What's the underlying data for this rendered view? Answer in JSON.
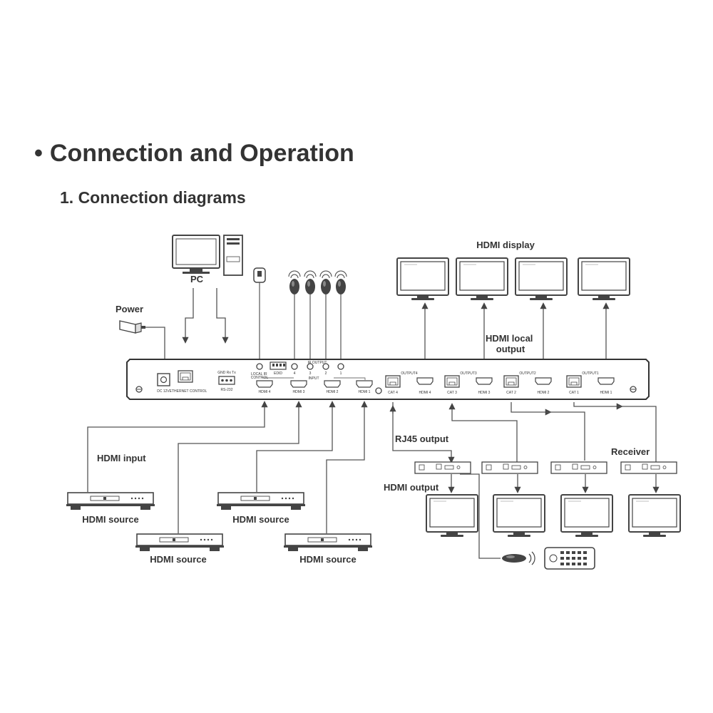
{
  "section": {
    "bullet": "•",
    "title": "Connection and Operation"
  },
  "subsection": {
    "title": "1. Connection diagrams"
  },
  "labels": {
    "pc": "PC",
    "power": "Power",
    "hdmi_display": "HDMI display",
    "hdmi_local_output": [
      "HDMI local",
      "output"
    ],
    "rj45_output": "RJ45 output",
    "receiver": "Receiver",
    "hdmi_input": "HDMI input",
    "hdmi_output": "HDMI output",
    "hdmi_source": "HDMI source"
  },
  "panel": {
    "dc": "DC 12V",
    "ethernet": "ETHERNET CONTROL",
    "rs232_pins": "GND Rx Tx",
    "rs232": "RS-232",
    "local_ir": [
      "LOCAL IR",
      "CONTROL"
    ],
    "edid": "EDID",
    "ir_output": "IR OUTPUT",
    "ir_nums": [
      "4",
      "3",
      "2",
      "1"
    ],
    "input": "INPUT",
    "hdmi_in": [
      "HDMI 4",
      "HDMI 3",
      "HDMI 2",
      "HDMI 1"
    ],
    "outputs": [
      {
        "group": "OUTPUT4",
        "cat": "CAT 4",
        "hdmi": "HDMI 4"
      },
      {
        "group": "OUTPUT3",
        "cat": "CAT 3",
        "hdmi": "HDMI 3"
      },
      {
        "group": "OUTPUT2",
        "cat": "CAT 2",
        "hdmi": "HDMI 2"
      },
      {
        "group": "OUTPUT1",
        "cat": "CAT 1",
        "hdmi": "HDMI 1"
      }
    ]
  }
}
